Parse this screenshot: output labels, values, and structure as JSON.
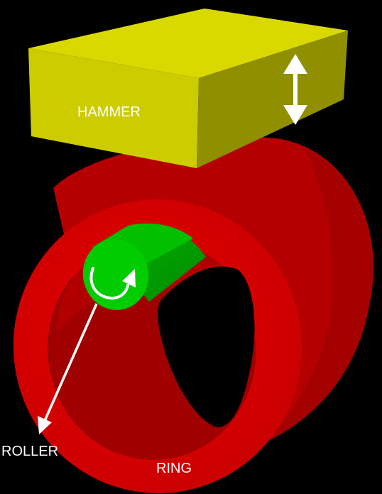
{
  "labels": {
    "hammer": "HAMMER",
    "roller": "ROLLER",
    "ring": "RING"
  },
  "colors": {
    "background": "#000000",
    "hammer_front": "#cccc00",
    "hammer_top": "#d9d900",
    "hammer_side": "#8f8f00",
    "ring_face": "#d80000",
    "ring_outer_wall": "#b40000",
    "ring_inner_wall": "#a00000",
    "roller_end": "#00cc00",
    "roller_body": "#00a800",
    "arrow": "#ffffff"
  },
  "icons": {
    "hammer_motion": "double-headed-vertical-arrow",
    "roller_rotation": "curved-rotation-arrow",
    "roller_pointer": "leader-arrow"
  }
}
